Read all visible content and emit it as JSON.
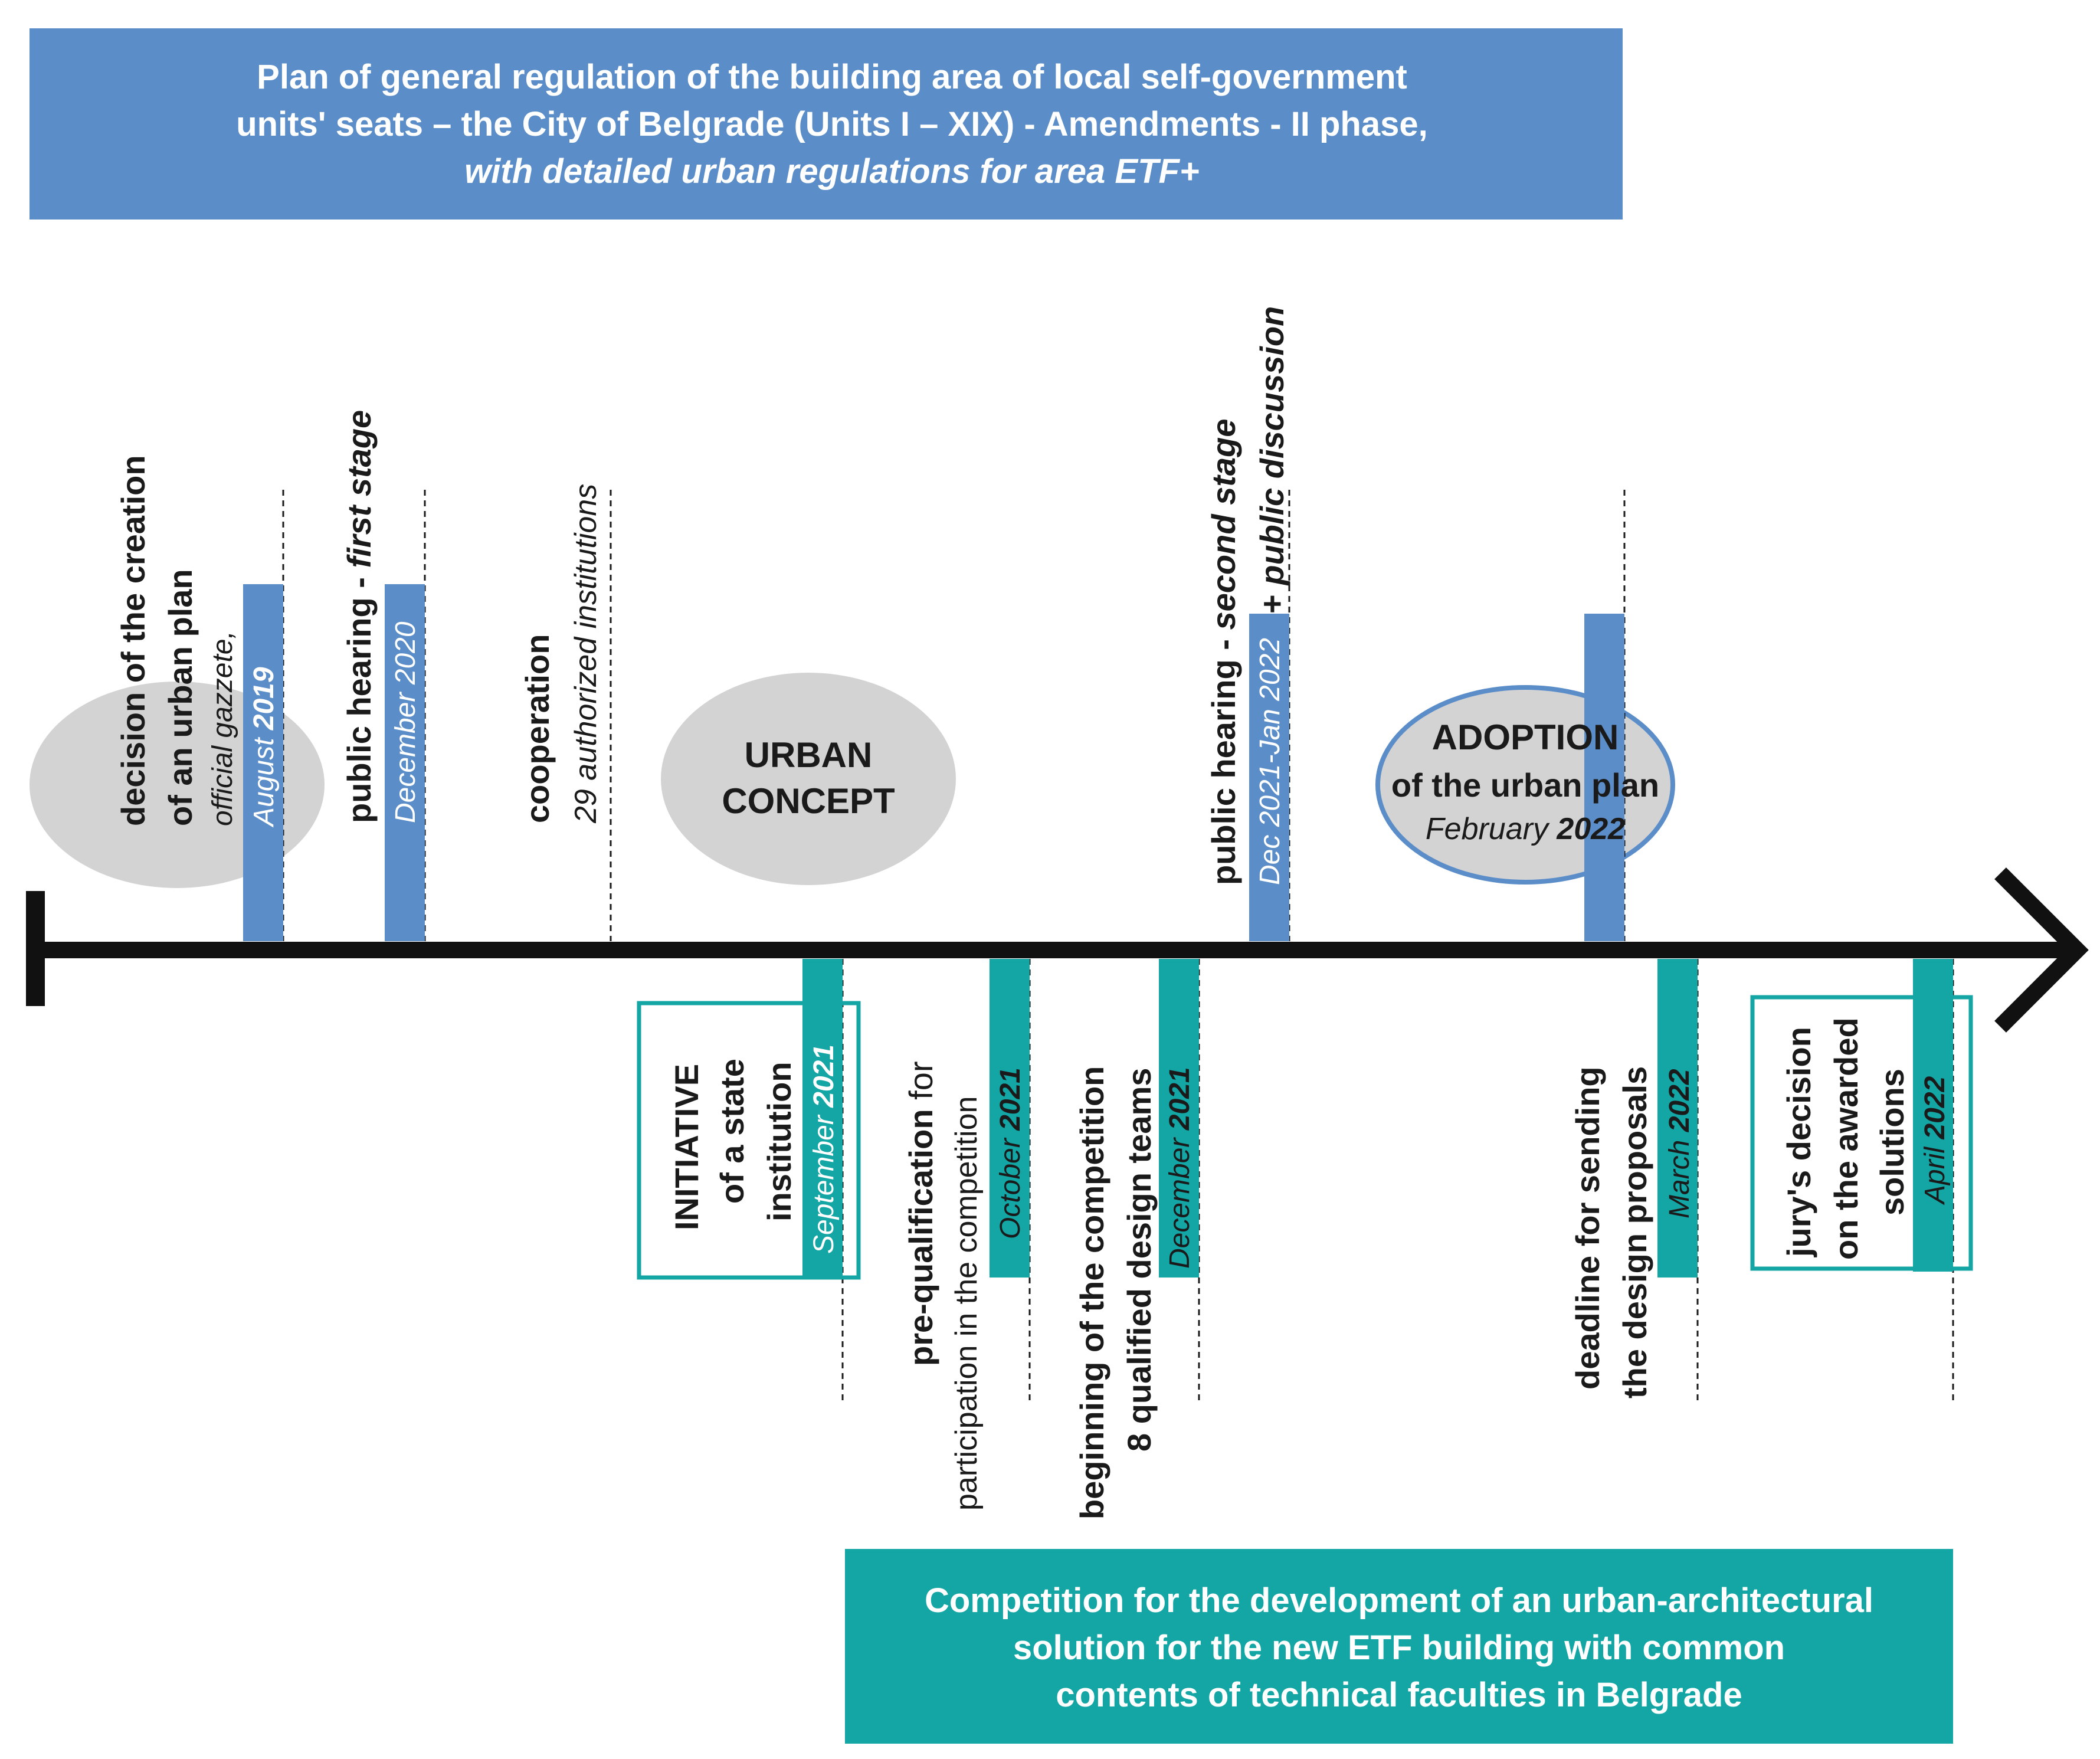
{
  "colors": {
    "blue": "#5b8dc9",
    "teal": "#14a5a5",
    "gray": "#d3d3d3",
    "ink": "#1a1a1a"
  },
  "top_banner": {
    "line1": "Plan of general regulation of the building area of local self-government",
    "line2": "units' seats – the City of Belgrade (Units I – XIX) - Amendments - II phase,",
    "line3": "with detailed urban regulations for area ETF+"
  },
  "bottom_banner": {
    "line1": "Competition for the development of an urban-architectural",
    "line2": "solution for the new ETF building with common",
    "line3": "contents of technical faculties in Belgrade"
  },
  "ellipses": {
    "urban_concept": {
      "line1": "URBAN",
      "line2": "CONCEPT"
    },
    "adoption": {
      "line1": "ADOPTION",
      "line2": "of the urban plan",
      "month": "February",
      "year": "2022"
    }
  },
  "events": {
    "decision": {
      "line1": "decision of the creation",
      "line2": "of an urban plan",
      "line3": "official gazzete,",
      "month": "August",
      "year": "2019"
    },
    "hearing1": {
      "label": "public hearing - ",
      "label_italic": "first stage",
      "date": "December 2020"
    },
    "cooperation": {
      "line1": "cooperation",
      "line2": "29 authorized institutions"
    },
    "hearing2": {
      "label": "public hearing - ",
      "label_italic": "second stage",
      "suffix": " + ",
      "suffix_italic": "public discussion",
      "date": "Dec 2021-Jan 2022"
    },
    "initiative": {
      "line1": "INITIATIVE",
      "line2": "of a state",
      "line3": "institution",
      "month": "September",
      "year": "2021"
    },
    "prequal": {
      "line1_bold": "pre-qualification",
      "line1_rest": " for",
      "line2": "participation in the competition",
      "month": "October",
      "year": "2021"
    },
    "beginning": {
      "line1": "beginning of the competition",
      "line2": "8 qualified design teams",
      "month": "December",
      "year": "2021"
    },
    "deadline": {
      "line1": "deadline for sending",
      "line2": "the design proposals",
      "month": "March",
      "year": "2022"
    },
    "jury": {
      "line1": "jury's decision",
      "line2": "on the awarded",
      "line3": "solutions",
      "month": "April",
      "year": "2022"
    }
  }
}
